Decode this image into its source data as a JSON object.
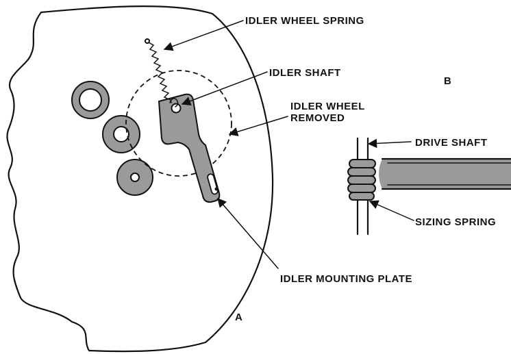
{
  "labels": {
    "idler_wheel_spring": "IDLER WHEEL SPRING",
    "idler_shaft": "IDLER SHAFT",
    "idler_wheel_removed_line1": "IDLER WHEEL",
    "idler_wheel_removed_line2": "REMOVED",
    "idler_mounting_plate": "IDLER MOUNTING PLATE",
    "drive_shaft": "DRIVE SHAFT",
    "sizing_spring": "SIZING SPRING",
    "figure_a": "A",
    "figure_b": "B"
  }
}
